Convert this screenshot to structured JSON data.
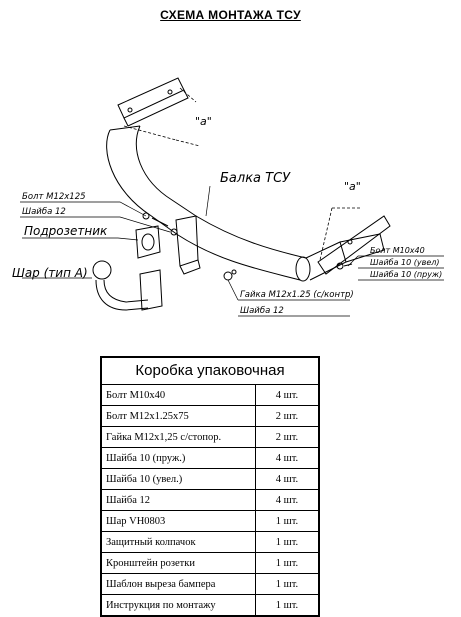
{
  "title": "СХЕМА МОНТАЖА ТСУ",
  "diagram": {
    "labels": {
      "a_top": "\"a\"",
      "a_right": "\"a\"",
      "balka": "Балка ТСУ",
      "bolt_m12": "Болт М12х125",
      "shaiba_12_top": "Шайба 12",
      "podrozetnik": "Подрозетник",
      "shar": "Шар (тип А)",
      "bolt_m10": "Болт М10х40",
      "shaiba_10_uvel": "Шайба 10 (увел)",
      "shaiba_10_pruzh": "Шайба 10 (пруж)",
      "gaika": "Гайка М12х1.25 (с/контр)",
      "shaiba_12_bottom": "Шайба 12"
    }
  },
  "box": {
    "title": "Коробка упаковочная",
    "rows": [
      {
        "name": "Болт М10х40",
        "qty": "4 шт."
      },
      {
        "name": "Болт М12х1.25х75",
        "qty": "2 шт."
      },
      {
        "name": "Гайка М12х1,25 с/стопор.",
        "qty": "2 шт."
      },
      {
        "name": "Шайба 10 (пруж.)",
        "qty": "4 шт."
      },
      {
        "name": "Шайба 10 (увел.)",
        "qty": "4 шт."
      },
      {
        "name": "Шайба 12",
        "qty": "4 шт."
      },
      {
        "name": "Шар VH0803",
        "qty": "1 шт."
      },
      {
        "name": "Защитный колпачок",
        "qty": "1 шт."
      },
      {
        "name": "Кронштейн розетки",
        "qty": "1 шт."
      },
      {
        "name": "Шаблон выреза бампера",
        "qty": "1 шт."
      },
      {
        "name": "Инструкция по монтажу",
        "qty": "1 шт."
      }
    ]
  }
}
